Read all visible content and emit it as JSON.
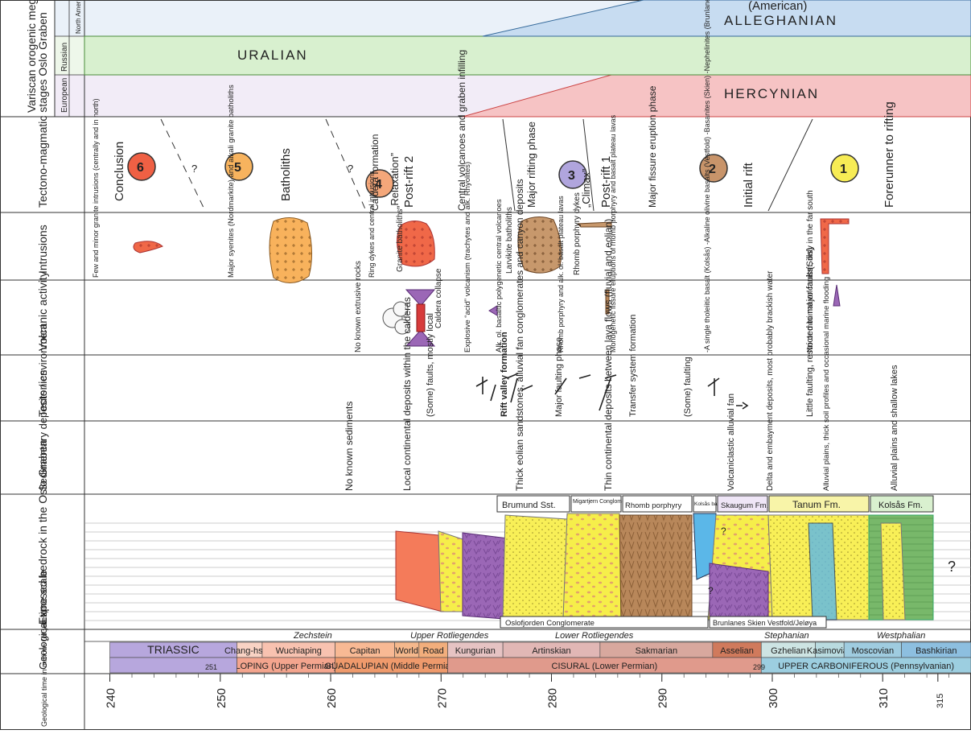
{
  "row_labels": {
    "megacycles": "Variscan orogenic megacycles",
    "mc_european": "European",
    "mc_russian": "Russian",
    "mc_north_american": "North American",
    "tectono": "Tectono-magmatic stages Oslo Graben",
    "intrusions": "Intrusions",
    "volcanic": "Volcanic activity",
    "tectonics": "Tectonics",
    "sedimentary": "Sedimentary deposits / environment",
    "bedrock": "Exposed bedrock in the Oslo Graben",
    "timescale": "Geological time scale",
    "timeaxis": "Geological time in millions (of years)"
  },
  "megacycles": {
    "north_american": "ALLEGHANIAN",
    "north_american_sub": "(American)",
    "russian": "URALIAN",
    "european": "HERCYNIAN"
  },
  "stages": [
    {
      "num": "6",
      "label": "Conclusion",
      "color": "#ef6044"
    },
    {
      "num": "5",
      "label": "Batholiths",
      "color": "#f7b35e"
    },
    {
      "num": "4",
      "label": "Post-rift 2",
      "extra": "„Relaxation”",
      "color": "#f4a77a"
    },
    {
      "num": "3",
      "label": "Post-rift 1",
      "extra": "„Climax”",
      "color": "#b0a5dd"
    },
    {
      "num": "2",
      "label": "Initial rift",
      "color": "#c8946a"
    },
    {
      "num": "1",
      "label": "Forerunner to rifting",
      "color": "#f7ec55"
    }
  ],
  "stage_notes": {
    "caldera": "Caldera formation",
    "central": "Central volcanoes and graben infilling",
    "major_rift": "Major rifting phase",
    "fissure": "Major fissure eruption phase"
  },
  "intrusions": {
    "few_minor": "Few and minor granite intrusions (centrally and in north)",
    "major_syenites": "Major syenites (Nordmarkite) and alkali granite batholiths",
    "ring_dykes": "Ring dykes and central intrusions",
    "granite_batholiths": "Granite batholiths",
    "larvikite": "Larvikite batholiths",
    "rhomb_dykes": "Rhomb porphyry dykes",
    "sills": "(Sills)"
  },
  "volcanic": {
    "no_known": "No known extrusive rocks",
    "caldera_collapse": "Caldera collapse",
    "explosive": "Explosive “acid” volcanism (trachytes and alk. Rhyolites)",
    "alk_basaltic": "Alk. ol. basaltic polygenetic central volcanoes",
    "rhomb_lavas": "Rhomb porphyry and alk. ol. basalt plateau lavas",
    "monogenetic": "Monogenetic fissure eruptions of rhomb porphyry and basalt plateau lavas",
    "single_tholeiitic": "-A single tholeiitic basalt (Kolsås) -Alkaline olivine basalts (Vestfold) -Basanites (Skien) -Nephelinites (Brunlanes) (thick, many in south)",
    "no_minimal": "No or minimal volcanism, only in the far south"
  },
  "tectonics": {
    "some_faults": "(Some) faults, mostly local",
    "rift_valley": "Rift valley formation",
    "major_faulting": "Major faulting phase",
    "transfer": "Transfer system formation",
    "some_faulting": "(Some) faulting",
    "little_faulting": "Little faulting, restricted to major faults"
  },
  "sedimentary": {
    "no_known": "No known sediments",
    "local_continental": "Local continental deposits within the calderas",
    "thick_eolian": "Thick eolian sandstones, alluvial fan conglomerates and canyon deposits",
    "thin_continental": "Thin continental deposits between lava flows (fluvial and eolian)",
    "volcaniclastic": "Volcaniclastic alluvial fan",
    "delta": "Delta and embayment deposits, most probably brackish water",
    "alluvial_plains_soil": "Alluvial plains, thick soil profiles and occasional marine flooding",
    "alluvial_plains_lakes": "Alluvial plains and shallow lakes"
  },
  "formations": {
    "brumund": "Brumund Sst.",
    "migartjern": "Migartjern Conglomerate",
    "rhomb_porphyry": "Rhomb porphyry",
    "kolsas_basalt": "Kolsås basalt",
    "skaugum": "Skaugum Fm.",
    "tanum": "Tanum Fm.",
    "kolsas_fm": "Kolsås Fm.",
    "oslofjorden": "Oslofjorden Conglomerate",
    "brunlanes_skien": "Brunlanes  Skien Vestfold/Jeløya",
    "question": "?"
  },
  "series": {
    "zechstein": "Zechstein",
    "upper_rotliegendes": "Upper Rotliegendes",
    "lower_rotliegendes": "Lower Rotliegendes",
    "stephanian": "Stephanian",
    "westphalian": "Westphalian"
  },
  "timescale": {
    "stages": [
      {
        "name": "TRIASSIC",
        "from": 240,
        "to": 251.5,
        "color": "#b7a7dd"
      },
      {
        "name": "Chang-hsing",
        "from": 251.5,
        "to": 253.8,
        "color": "#f9d3c4"
      },
      {
        "name": "Wuchiaping",
        "from": 253.8,
        "to": 260.4,
        "color": "#f8c2b0"
      },
      {
        "name": "Capitan",
        "from": 260.4,
        "to": 265.8,
        "color": "#f8b994"
      },
      {
        "name": "World",
        "from": 265.8,
        "to": 268,
        "color": "#f5b88c"
      },
      {
        "name": "Road",
        "from": 268,
        "to": 270.6,
        "color": "#f2ae7c"
      },
      {
        "name": "Kungurian",
        "from": 270.6,
        "to": 275.6,
        "color": "#e6c3c3"
      },
      {
        "name": "Artinskian",
        "from": 275.6,
        "to": 284.4,
        "color": "#e1b7b5"
      },
      {
        "name": "Sakmarian",
        "from": 284.4,
        "to": 294.6,
        "color": "#d8a89e"
      },
      {
        "name": "Asselian",
        "from": 294.6,
        "to": 299,
        "color": "#d07a5c"
      },
      {
        "name": "Gzhelian",
        "from": 299,
        "to": 303.9,
        "color": "#cde4e3"
      },
      {
        "name": "Kasimovian",
        "from": 303.9,
        "to": 306.5,
        "color": "#b9dbe0"
      },
      {
        "name": "Moscovian",
        "from": 306.5,
        "to": 311.7,
        "color": "#9fcce0"
      },
      {
        "name": "Bashkirian",
        "from": 311.7,
        "to": 318,
        "color": "#8dbfe0"
      }
    ],
    "series": [
      {
        "name": "LOPING (Upper Permian)",
        "from": 251.5,
        "to": 260.4,
        "color": "#f4a58e"
      },
      {
        "name": "GUADALUPIAN (Middle Permian)",
        "from": 260.4,
        "to": 270.6,
        "color": "#ef9a6c"
      },
      {
        "name": "CISURAL (Lower Permian)",
        "from": 270.6,
        "to": 299,
        "color": "#e09a8c"
      },
      {
        "name": "UPPER CARBONIFEROUS (Pennsylvanian)",
        "from": 299,
        "to": 318,
        "color": "#9ccee0"
      }
    ],
    "boundary_251": "251",
    "boundary_299": "299"
  },
  "time_axis": {
    "ticks": [
      240,
      250,
      260,
      270,
      280,
      290,
      300,
      310,
      315
    ],
    "min": 237.7,
    "max": 318
  },
  "colors": {
    "hercynian": "#f6c3c4",
    "uralian": "#d8f0cf",
    "alleghanian": "#c7dcf1",
    "row_bg_mc_eu": "#f2ecf7",
    "row_bg_mc_ru": "#eef7ea",
    "row_bg_mc_na": "#eaf1f9"
  }
}
